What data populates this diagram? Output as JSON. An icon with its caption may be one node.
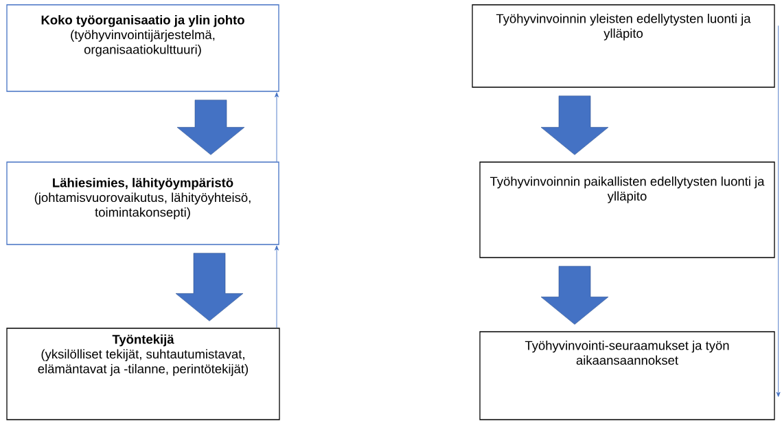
{
  "diagram": {
    "nodes": [
      {
        "text": [
          "Koko työorganisaatio ja ylin johto",
          "(työhyvinvointijärjestelmä, organisaatiokulttuuri)"
        ]
      },
      {
        "text": [
          "Lähiesimies, lähityöympäristö",
          "(johtamisvuorovaikutus, lähityöyhteisö, toimintakonsepti)"
        ]
      },
      {
        "text": [
          "Työntekijä",
          "(yksilölliset tekijät, suhtautumistavat, elämäntavat ja -tilanne, perintötekijät)"
        ]
      },
      {
        "text": [
          "Työhyvinvoinnin yleisten edellytysten luonti ja ylläpito"
        ]
      },
      {
        "text": [
          "Työhyvinvoinnin paikallisten edellytysten luonti ja ylläpito"
        ]
      },
      {
        "text": [
          "Työhyvinvointi-seuraamukset ja työn aikaansaannokset"
        ]
      }
    ],
    "edges": [
      {
        "from": 0,
        "to": 1,
        "arrow": "to",
        "style": "thick"
      },
      {
        "from": 1,
        "to": 0,
        "arrow": "to"
      },
      {
        "from": 1,
        "to": 2,
        "arrow": "to",
        "style": "thick"
      },
      {
        "from": 2,
        "to": 1,
        "arrow": "to"
      },
      {
        "from": 3,
        "to": 4,
        "arrow": "to",
        "style": "thick"
      },
      {
        "from": 4,
        "to": 5,
        "arrow": "to",
        "style": "thick"
      },
      {
        "from": 3,
        "to": 5,
        "arrow": "to"
      }
    ]
  }
}
